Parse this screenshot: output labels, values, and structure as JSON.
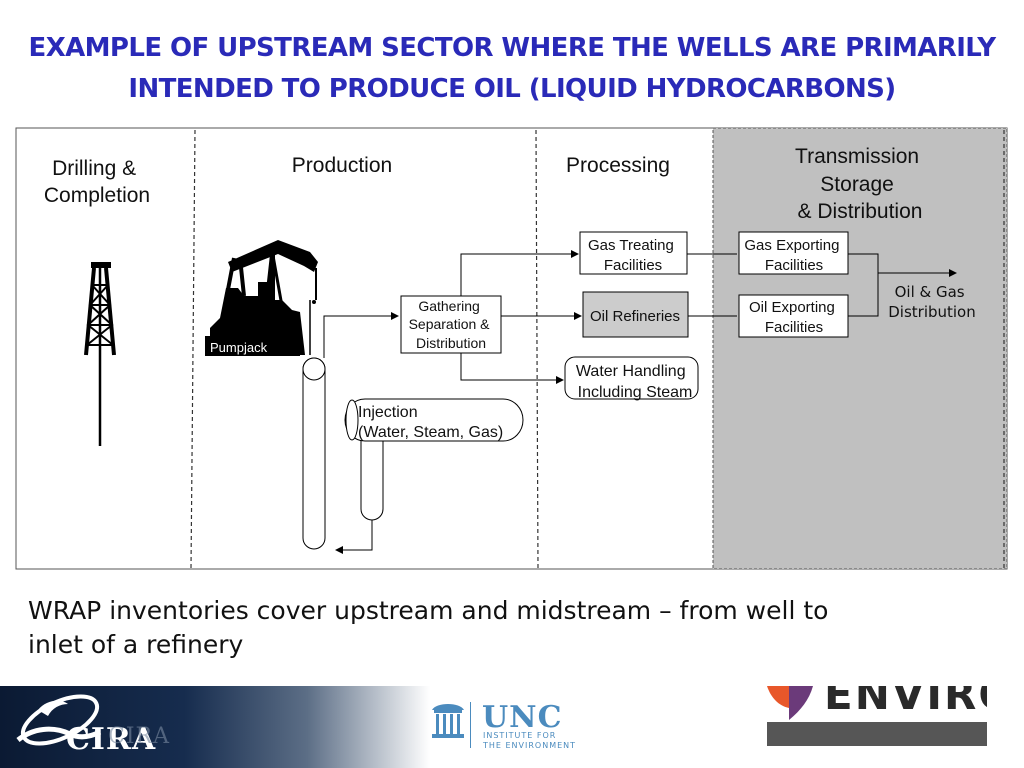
{
  "slide": {
    "title_line1": "EXAMPLE OF UPSTREAM SECTOR WHERE THE WELLS ARE PRIMARILY",
    "title_line2": "INTENDED TO PRODUCE OIL (LIQUID HYDROCARBONS)",
    "caption_line1": "WRAP inventories cover upstream and midstream – from well to",
    "caption_line2": "inlet of a refinery"
  },
  "diagram": {
    "stages": {
      "drilling_line1": "Drilling &",
      "drilling_line2": "Completion",
      "production": "Production",
      "processing": "Processing",
      "transmission_line1": "Transmission",
      "transmission_line2": "Storage",
      "transmission_line3": "& Distribution"
    },
    "pumpjack_label": "Pumpjack",
    "gathering_line1": "Gathering",
    "gathering_line2": "Separation &",
    "gathering_line3": "Distribution",
    "gas_treating_line1": "Gas Treating",
    "gas_treating_line2": "Facilities",
    "oil_refineries": "Oil Refineries",
    "water_handling_line1": "Water Handling",
    "water_handling_line2": "Including Steam",
    "injection_line1": "Injection",
    "injection_line2": "(Water, Steam, Gas)",
    "gas_exporting_line1": "Gas Exporting",
    "gas_exporting_line2": "Facilities",
    "oil_exporting_line1": "Oil Exporting",
    "oil_exporting_line2": "Facilities",
    "oil_gas_dist_line1": "Oil & Gas",
    "oil_gas_dist_line2": "Distribution"
  },
  "logos": {
    "cira": "CIRA",
    "unc_name": "UNC",
    "unc_sub_line1": "INSTITUTE FOR",
    "unc_sub_line2": "THE ENVIRONMENT",
    "environ": "ENVIRON"
  },
  "colors": {
    "title": "#2a2ab8",
    "shaded_region": "#c0c0c0",
    "oil_refineries_fill": "#cccccc"
  },
  "icons": [
    "drilling-rig-icon",
    "pumpjack-icon",
    "cira-logo",
    "unc-logo",
    "environ-logo"
  ]
}
